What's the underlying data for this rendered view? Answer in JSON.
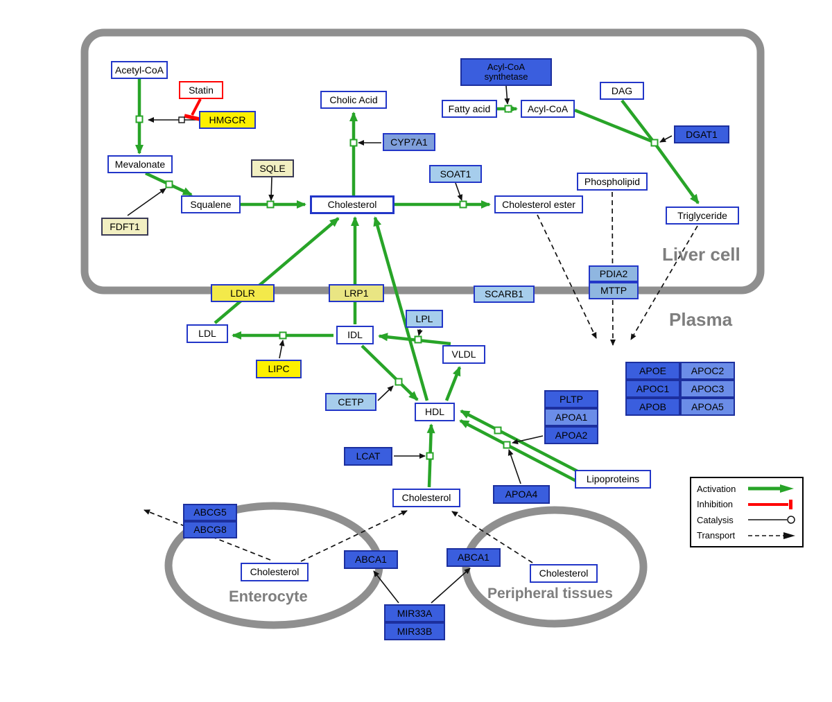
{
  "compartments": {
    "liver_cell": "Liver cell",
    "plasma": "Plasma",
    "enterocyte": "Enterocyte",
    "peripheral_tissues": "Peripheral tissues"
  },
  "nodes": {
    "acetyl_coa": "Acetyl-CoA",
    "statin": "Statin",
    "hmgcr": "HMGCR",
    "mevalonate": "Mevalonate",
    "fdft1": "FDFT1",
    "squalene": "Squalene",
    "sqle": "SQLE",
    "cholesterol_liver": "Cholesterol",
    "cholic_acid": "Cholic Acid",
    "cyp7a1": "CYP7A1",
    "soat1": "SOAT1",
    "cholesterol_ester": "Cholesterol ester",
    "acyl_coa_synthetase_line1": "Acyl-CoA",
    "acyl_coa_synthetase_line2": "synthetase",
    "fatty_acid": "Fatty acid",
    "acyl_coa": "Acyl-CoA",
    "dag": "DAG",
    "dgat1": "DGAT1",
    "phospholipid": "Phospholipid",
    "triglyceride": "Triglyceride",
    "pdia2": "PDIA2",
    "mttp": "MTTP",
    "ldlr": "LDLR",
    "lrp1": "LRP1",
    "scarb1": "SCARB1",
    "ldl": "LDL",
    "idl": "IDL",
    "lpl": "LPL",
    "vldl": "VLDL",
    "lipc": "LIPC",
    "cetp": "CETP",
    "hdl": "HDL",
    "lcat": "LCAT",
    "apoe": "APOE",
    "apoc2": "APOC2",
    "apoc1": "APOC1",
    "apoc3": "APOC3",
    "apob": "APOB",
    "apoa5": "APOA5",
    "pltp": "PLTP",
    "apoa1": "APOA1",
    "apoa2": "APOA2",
    "apoa4": "APOA4",
    "lipoproteins": "Lipoproteins",
    "cholesterol_plasma": "Cholesterol",
    "abcg5": "ABCG5",
    "abcg8": "ABCG8",
    "cholesterol_enterocyte": "Cholesterol",
    "abca1_enterocyte": "ABCA1",
    "abca1_peripheral": "ABCA1",
    "cholesterol_peripheral": "Cholesterol",
    "mir33a": "MIR33A",
    "mir33b": "MIR33B"
  },
  "legend": {
    "activation": "Activation",
    "inhibition": "Inhibition",
    "catalysis": "Catalysis",
    "transport": "Transport"
  },
  "colors": {
    "activation_green": "#28a428",
    "inhibition_red": "#ff0000",
    "node_border_blue": "#2236c8",
    "gene_yellow": "#fdf000",
    "gene_blue_dark": "#3a5ede",
    "gene_blue_medium": "#6b8de8",
    "gene_blue_light": "#a6cdec",
    "membrane_gray": "#8f8f8f"
  }
}
